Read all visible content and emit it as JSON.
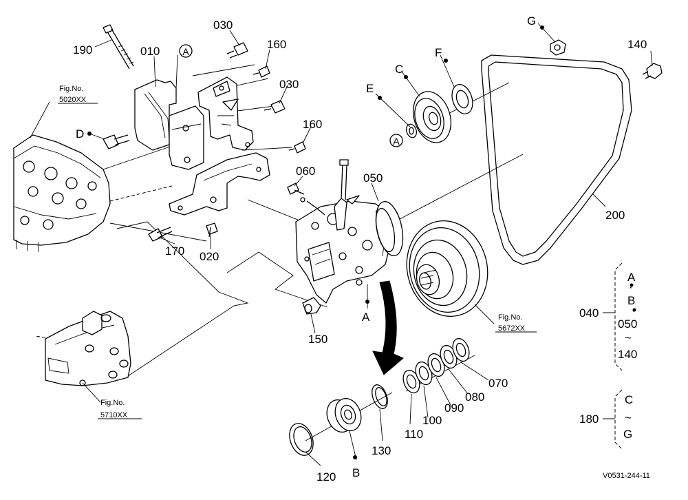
{
  "labels": {
    "p010": "010",
    "p020": "020",
    "p030a": "030",
    "p030b": "030",
    "p040": "040",
    "p050": "050",
    "p060": "060",
    "p070": "070",
    "p080": "080",
    "p090": "090",
    "p100": "100",
    "p110": "110",
    "p120": "120",
    "p130": "130",
    "p140": "140",
    "p150": "150",
    "p160a": "160",
    "p160b": "160",
    "p170": "170",
    "p180": "180",
    "p190": "190",
    "p200": "200"
  },
  "letters": {
    "circA1": "A",
    "circA2": "A",
    "A": "A",
    "B": "B",
    "C": "C",
    "D": "D",
    "E": "E",
    "F": "F",
    "G": "G"
  },
  "figures": {
    "fig1_title": "Fig.No.",
    "fig1_num": "5020XX",
    "fig2_title": "Fig.No.",
    "fig2_num": "5672XX",
    "fig3_title": "Fig.No.",
    "fig3_num": "5710XX"
  },
  "groups": {
    "g040": {
      "top": "A",
      "dot1": "·",
      "mid": "B",
      "dot2": "·",
      "from": "050",
      "tilde": "~",
      "to": "140"
    },
    "g180": {
      "from": "C",
      "tilde": "~",
      "to": "G"
    }
  },
  "reference": "V0531-244-11"
}
